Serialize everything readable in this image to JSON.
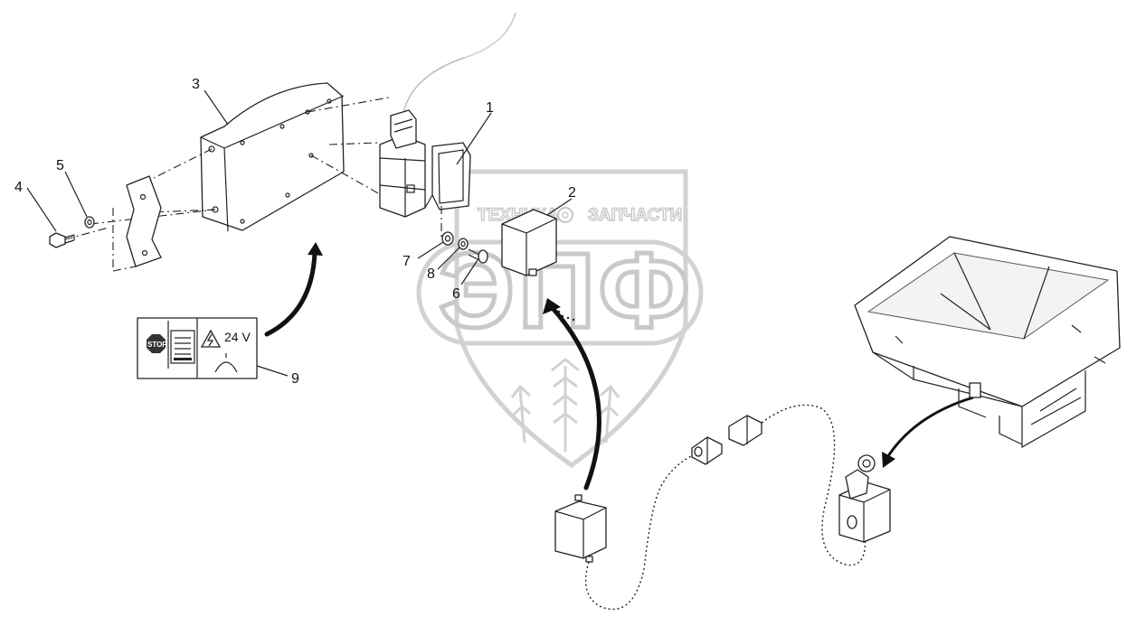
{
  "watermark": {
    "brand_small_left": "ТЕХНИКА",
    "brand_small_right": "ЗАПЧАСТИ",
    "brand_big": "ЭПФ"
  },
  "callouts": [
    {
      "id": "1",
      "label": "1"
    },
    {
      "id": "2",
      "label": "2"
    },
    {
      "id": "3",
      "label": "3"
    },
    {
      "id": "4",
      "label": "4"
    },
    {
      "id": "5",
      "label": "5"
    },
    {
      "id": "6",
      "label": "6"
    },
    {
      "id": "7",
      "label": "7"
    },
    {
      "id": "8",
      "label": "8"
    },
    {
      "id": "9",
      "label": "9"
    }
  ],
  "decal": {
    "stop_text": "STOP",
    "voltage_text": "24 V"
  },
  "icons": [
    "stop-sign-icon",
    "sensor-icon",
    "high-voltage-icon",
    "proximity-sensor-icon"
  ]
}
